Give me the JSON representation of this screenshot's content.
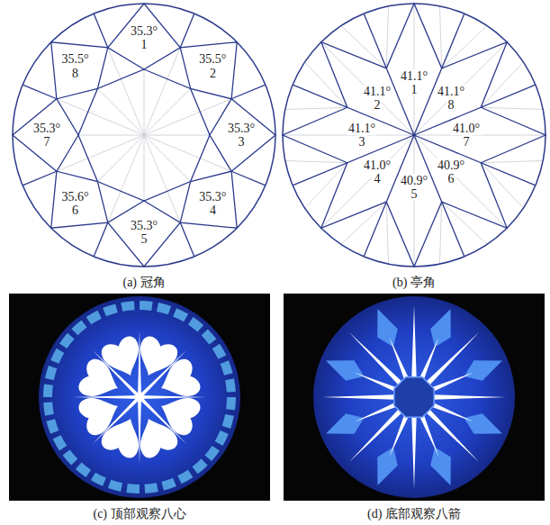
{
  "diagram": {
    "labels": [
      "35.3°",
      "1",
      "35.5°",
      "2",
      "35.3°",
      "3",
      "35.3°",
      "4",
      "35.3°",
      "5",
      "35.6°",
      "6",
      "35.3°",
      "7",
      "35.5°",
      "8",
      "41.1°",
      "1",
      "41.1°",
      "2",
      "41.1°",
      "3",
      "41.0°",
      "4",
      "40.9°",
      "5",
      "40.9°",
      "6",
      "41.0°",
      "7",
      "41.1°",
      "8",
      "(a) 冠角",
      "(b) 亭角",
      "(c) 顶部观察八心",
      "(d) 底部观察八箭"
    ]
  }
}
